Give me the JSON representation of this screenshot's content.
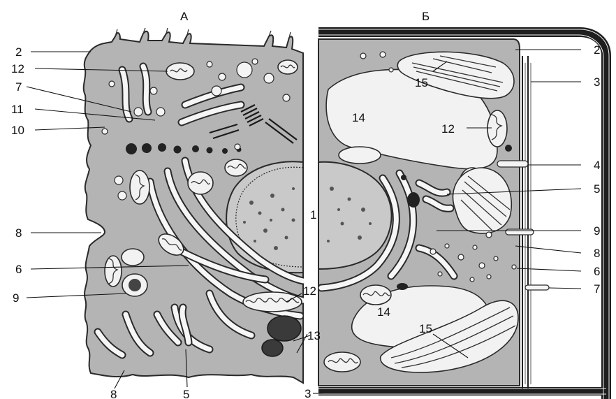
{
  "figure": {
    "panel_a_title": "А",
    "panel_b_title": "Б",
    "left_labels": [
      {
        "id": "l-2",
        "text": "2"
      },
      {
        "id": "l-12",
        "text": "12"
      },
      {
        "id": "l-7",
        "text": "7"
      },
      {
        "id": "l-11",
        "text": "11"
      },
      {
        "id": "l-10",
        "text": "10"
      },
      {
        "id": "l-8",
        "text": "8"
      },
      {
        "id": "l-6",
        "text": "6"
      },
      {
        "id": "l-9",
        "text": "9"
      }
    ],
    "bottom_labels": [
      {
        "id": "b-8",
        "text": "8"
      },
      {
        "id": "b-5",
        "text": "5"
      },
      {
        "id": "b-3",
        "text": "3"
      }
    ],
    "inner_labels": [
      {
        "id": "i-1",
        "text": "1"
      },
      {
        "id": "i-12",
        "text": "12"
      },
      {
        "id": "i-13",
        "text": "13"
      },
      {
        "id": "i-14a",
        "text": "14"
      },
      {
        "id": "i-14b",
        "text": "14"
      },
      {
        "id": "i-15a",
        "text": "15"
      },
      {
        "id": "i-15b",
        "text": "15"
      },
      {
        "id": "i-12b",
        "text": "12"
      }
    ],
    "right_labels": [
      {
        "id": "r-2",
        "text": "2"
      },
      {
        "id": "r-3",
        "text": "3"
      },
      {
        "id": "r-4",
        "text": "4"
      },
      {
        "id": "r-5",
        "text": "5"
      },
      {
        "id": "r-9",
        "text": "9"
      },
      {
        "id": "r-8",
        "text": "8"
      },
      {
        "id": "r-6",
        "text": "6"
      },
      {
        "id": "r-7",
        "text": "7"
      }
    ]
  }
}
